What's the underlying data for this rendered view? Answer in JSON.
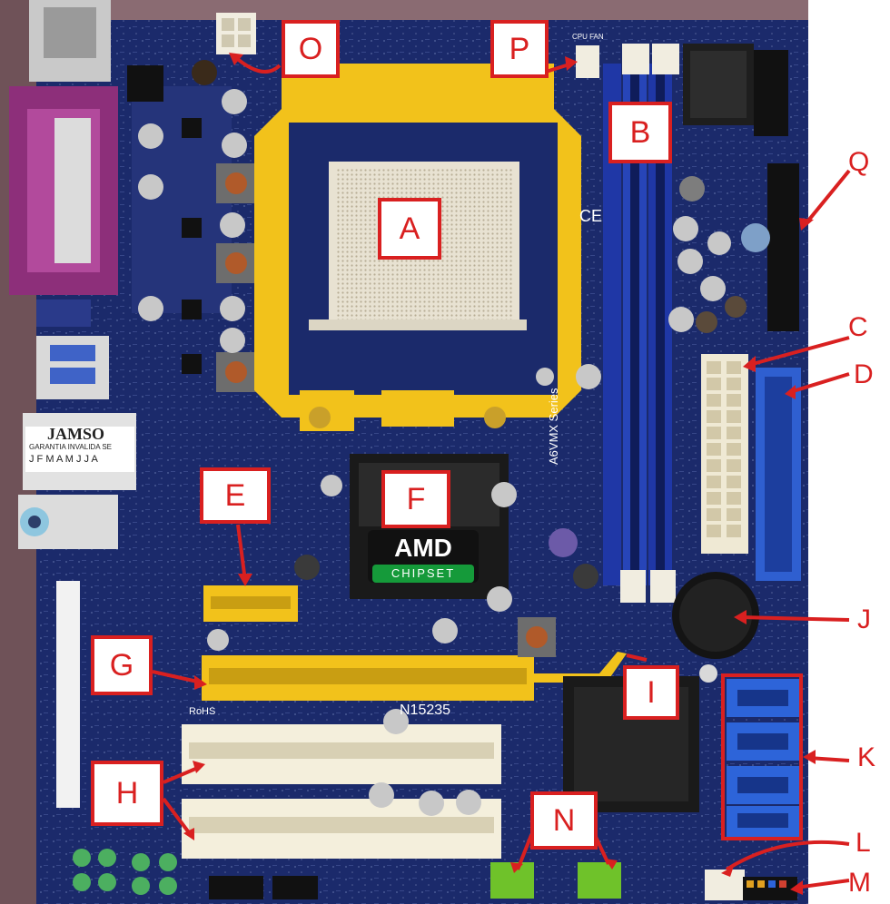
{
  "image": {
    "subject": "motherboard",
    "board_colors": {
      "pcb": "#1b2a6b",
      "socket_frame": "#f2c21b",
      "dimm": "#2745b8",
      "pci": "#f4efdc",
      "label_red": "#d92020",
      "background": "#8a6b72"
    }
  },
  "labels": {
    "A": "A",
    "B": "B",
    "C": "C",
    "D": "D",
    "E": "E",
    "F": "F",
    "G": "G",
    "H": "H",
    "I": "I",
    "J": "J",
    "K": "K",
    "L": "L",
    "M": "M",
    "N": "N",
    "O": "O",
    "P": "P",
    "Q": "Q"
  },
  "board_text": {
    "chipset_brand": "AMD",
    "chipset_sub": "CHIPSET",
    "model": "A6VMX Series",
    "part_no": "N15235",
    "sticker": "JAMSO",
    "sticker_line": "GARANTIA INVALIDA SE",
    "sticker_months": "J F M A M J J A",
    "cpu_fan": "CPU FAN",
    "ce": "CE",
    "rohs": "RoHS"
  }
}
